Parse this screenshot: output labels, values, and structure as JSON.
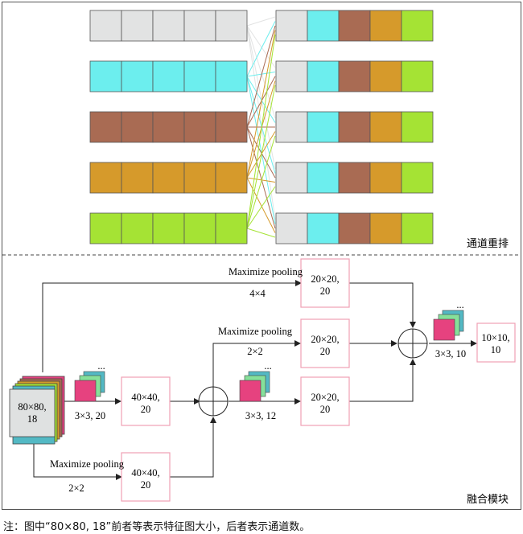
{
  "colors": {
    "gray": "#e2e3e3",
    "cyan": "#6ceeee",
    "brown": "#a96b53",
    "orange": "#d69a2b",
    "green": "#a5e334",
    "pink": "#e6427f",
    "teal": "#53b9c4",
    "lightgreen": "#86e09a",
    "node_border": "#f0a0b4"
  },
  "section_labels": {
    "shuffle": "通道重排",
    "fusion": "融合模块"
  },
  "input_block": {
    "line1": "80×80,",
    "line2": "18"
  },
  "nodes": {
    "mid1": {
      "line1": "40×40,",
      "line2": "20"
    },
    "mid2": {
      "line1": "40×40,",
      "line2": "20"
    },
    "top": {
      "line1": "20×20,",
      "line2": "20"
    },
    "center": {
      "line1": "20×20,",
      "line2": "20"
    },
    "lower": {
      "line1": "20×20,",
      "line2": "20"
    },
    "out": {
      "line1": "10×10,",
      "line2": "10"
    }
  },
  "edge_labels": {
    "pool_top": "Maximize pooling",
    "pool_top_size": "4×4",
    "pool_mid": "Maximize pooling",
    "pool_mid_size": "2×2",
    "pool_bottom": "Maximize pooling",
    "pool_bottom_size": "2×2"
  },
  "conv_labels": {
    "conv1": "3×3, 20",
    "conv2": "3×3, 12",
    "conv3": "3×3, 10"
  },
  "ellipsis": "...",
  "note": "注：图中“80×80, 18”前者等表示特征图大小，后者表示通道数。"
}
